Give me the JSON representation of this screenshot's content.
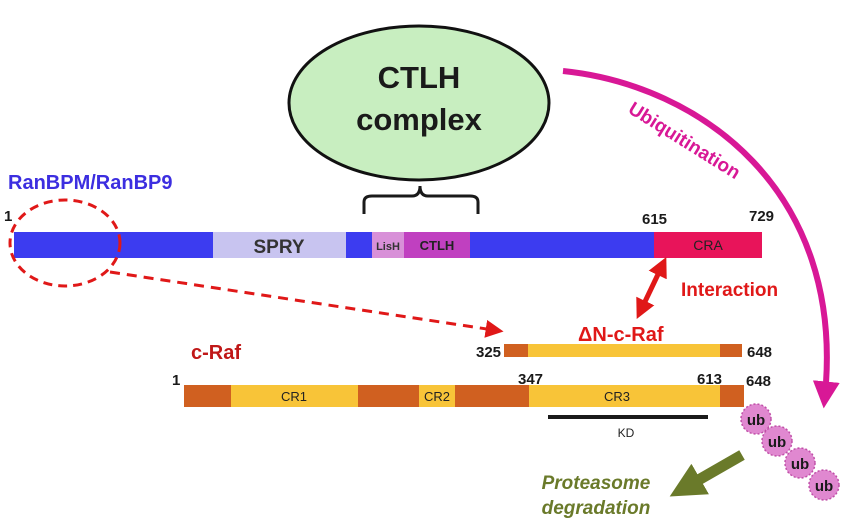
{
  "colors": {
    "ranbpm_bar": "#3c3cf0",
    "spry": "#c8c4f0",
    "lish": "#d890d8",
    "ctlh_domain": "#c040c0",
    "cra": "#e8145a",
    "ranbpm_label": "#3c2ee0",
    "craf_label": "#c01818",
    "craf_dark": "#d06020",
    "craf_light": "#f8c438",
    "ctlh_ellipse_fill": "#c8eec0",
    "ubiquitination": "#d81896",
    "interaction": "#e01818",
    "proteasome": "#6a7a2a",
    "ub_ball": "#e088d0",
    "dashed_circle": "#e01818"
  },
  "ctlh_complex": {
    "line1": "CTLH",
    "line2": "complex"
  },
  "ranbpm": {
    "title": "RanBPM/RanBP9",
    "start": "1",
    "pos_cra": "615",
    "end": "729",
    "spry": "SPRY",
    "lish": "LisH",
    "ctlh": "CTLH",
    "cra": "CRA"
  },
  "ubiquitination": "Ubiquitination",
  "interaction": "Interaction",
  "delta_nc_raf": {
    "title": "ΔN-c-Raf",
    "start": "325",
    "end": "648"
  },
  "craf": {
    "title": "c-Raf",
    "start": "1",
    "pos_347": "347",
    "pos_613": "613",
    "end": "648",
    "cr1": "CR1",
    "cr2": "CR2",
    "cr3": "CR3",
    "kd": "KD"
  },
  "ub_label": "ub",
  "proteasome": {
    "line1": "Proteasome",
    "line2": "degradation"
  }
}
